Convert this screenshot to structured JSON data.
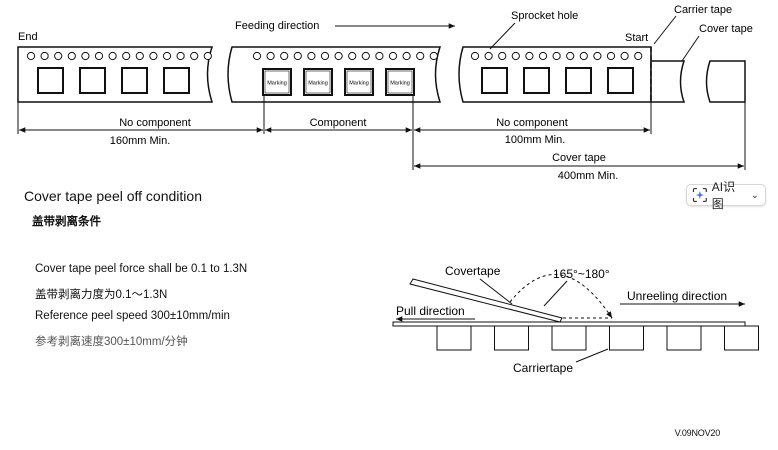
{
  "reel_diagram": {
    "end_label": "End",
    "feeding_direction_label": "Feeding direction",
    "sprocket_hole_label": "Sprocket hole",
    "carrier_tape_label": "Carrier tape",
    "start_label": "Start",
    "cover_tape_label": "Cover tape",
    "marking_label": "Marking",
    "no_component_left": "No component",
    "component_label": "Component",
    "no_component_right": "No component",
    "dim_160": "160mm Min.",
    "dim_100": "100mm Min.",
    "cover_tape_dim_label": "Cover tape",
    "dim_400": "400mm Min."
  },
  "peel": {
    "title": "Cover tape peel off condition",
    "title_cn": "盖带剥离条件",
    "force_en": "Cover tape peel force shall be 0.1 to 1.3N",
    "force_cn": "盖带剥离力度为0.1～1.3N",
    "speed_en": "Reference peel speed 300±10mm/min",
    "speed_cn": "参考剥离速度300±10mm/分钟"
  },
  "peel_diagram": {
    "covertape_label": "Covertape",
    "angle_label": "165°~180°",
    "unreeling_label": "Unreeling direction",
    "pull_label": "Pull direction",
    "carriertape_label": "Carriertape"
  },
  "ai_button": {
    "label": "AI识图",
    "icon": "sparkle-scan-icon"
  },
  "version": "V.09NOV20"
}
